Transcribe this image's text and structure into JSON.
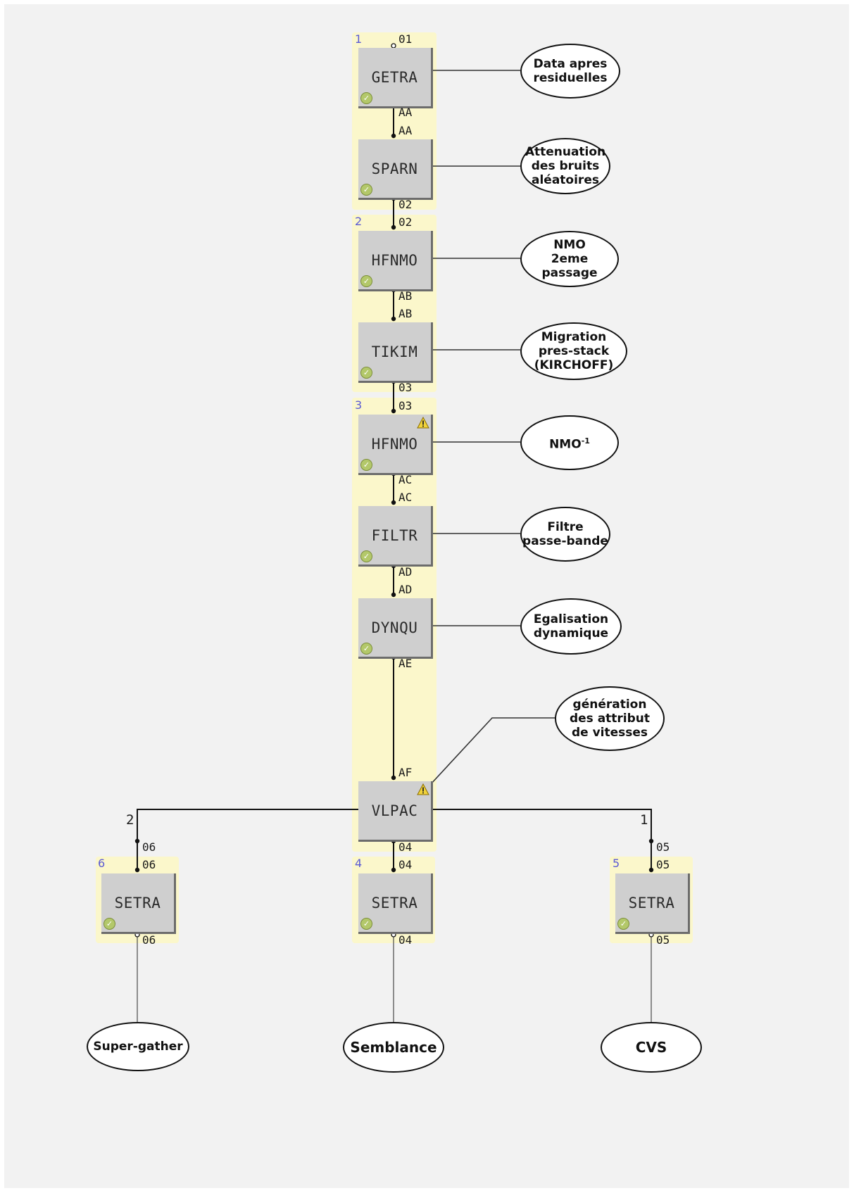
{
  "groups": [
    {
      "number": "1"
    },
    {
      "number": "2"
    },
    {
      "number": "3"
    },
    {
      "number": "6"
    },
    {
      "number": "4"
    },
    {
      "number": "5"
    }
  ],
  "modules": [
    {
      "label": "GETRA",
      "ports_top": "01",
      "ports_bottom": "AA"
    },
    {
      "label": "SPARN",
      "ports_top": "AA",
      "ports_bottom": "02"
    },
    {
      "label": "HFNMO",
      "ports_top": "02",
      "ports_bottom": "AB"
    },
    {
      "label": "TIKIM",
      "ports_top": "AB",
      "ports_bottom": "03"
    },
    {
      "label": "HFNMO",
      "ports_top": "03",
      "ports_bottom": "AC",
      "warning": true
    },
    {
      "label": "FILTR",
      "ports_top": "AC",
      "ports_bottom": "AD"
    },
    {
      "label": "DYNQU",
      "ports_top": "AD",
      "ports_bottom": "AE"
    },
    {
      "label": "VLPAC",
      "ports_top": "AF",
      "ports_bottom": "04",
      "warning": true
    },
    {
      "label": "SETRA",
      "ports_top": "06",
      "ports_bottom": "06"
    },
    {
      "label": "SETRA",
      "ports_top": "04",
      "ports_bottom": "04"
    },
    {
      "label": "SETRA",
      "ports_top": "05",
      "ports_bottom": "05"
    }
  ],
  "ports": {
    "vlpac_left_out": "06",
    "vlpac_right_out": "05"
  },
  "branches": {
    "left": "2",
    "right": "1"
  },
  "annotations": {
    "getra": [
      "Data apres",
      "residuelles"
    ],
    "sparn": [
      "Attenuation",
      "des bruits",
      "aléatoires"
    ],
    "hfnmo1": [
      "NMO",
      "2eme passage"
    ],
    "tikim": [
      "Migration",
      "pres-stack",
      "(KIRCHOFF)"
    ],
    "hfnmo2": "NMO",
    "hfnmo2_sup": "-1",
    "filtr": [
      "Filtre",
      "passe-bande"
    ],
    "dynqu": [
      "Egalisation",
      "dynamique"
    ],
    "vlpac": [
      "génération",
      "des attribut",
      "de vitesses"
    ],
    "out_left": "Super-gather",
    "out_mid": "Semblance",
    "out_right": "CVS"
  },
  "colors": {
    "panel": "#fbf7cb",
    "module": "#cfcfcf",
    "group_number": "#5a5ad4",
    "check_badge": "#b3c86a",
    "warning": "#f1d33a"
  }
}
